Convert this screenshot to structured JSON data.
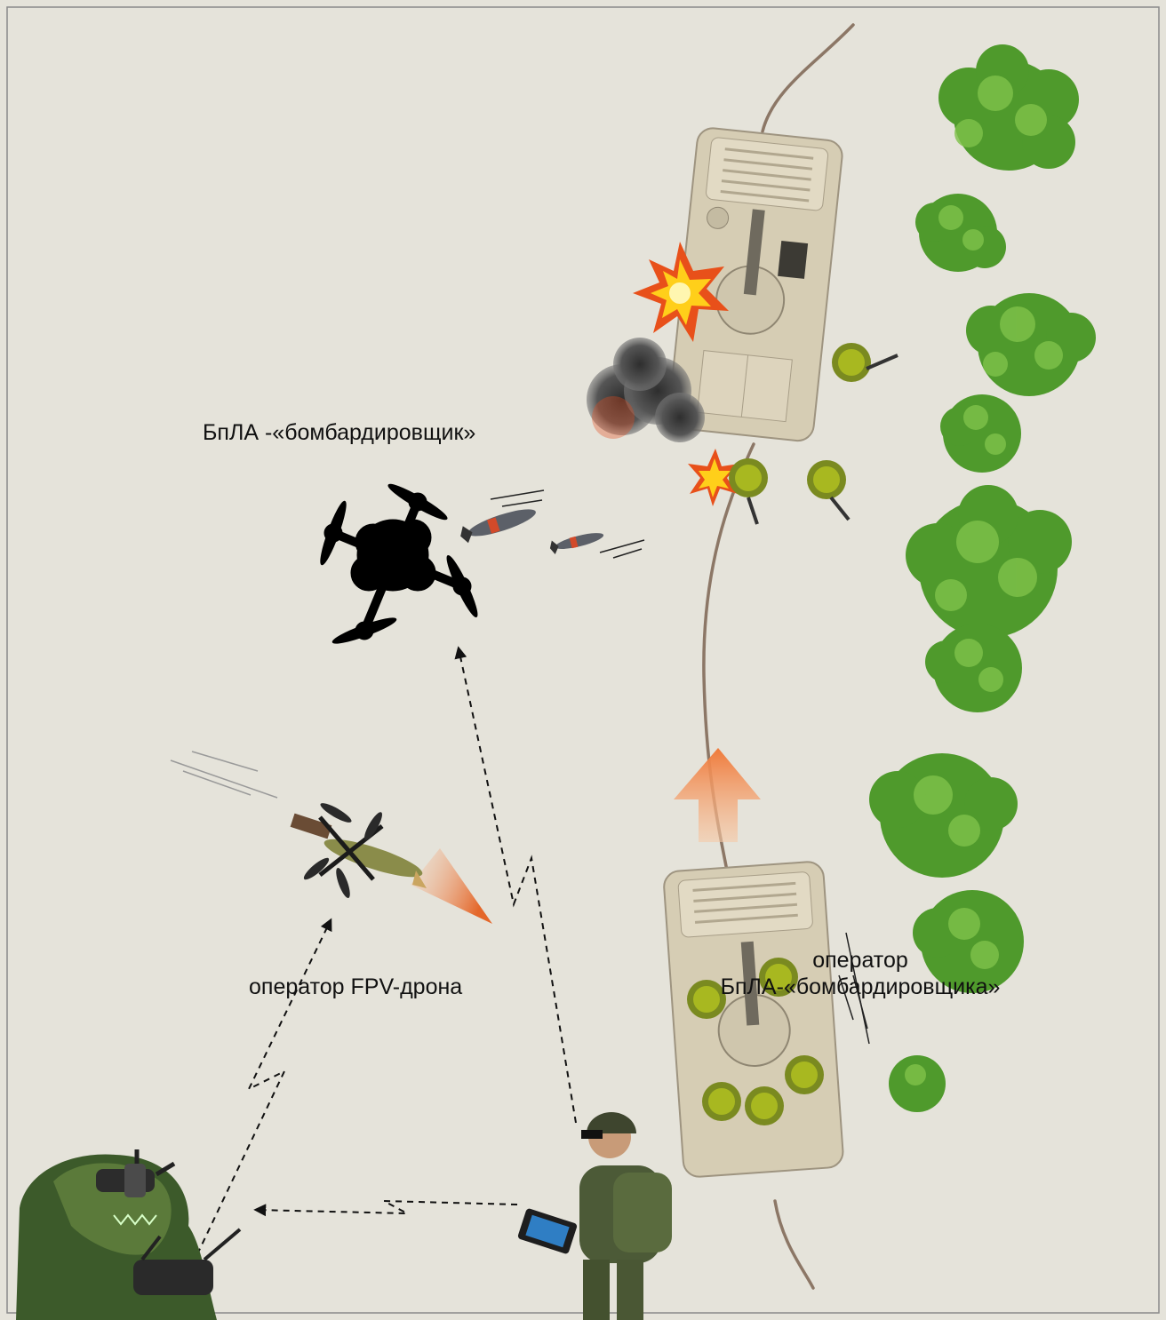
{
  "labels": {
    "bomber_drone": "БпЛА -«бомбардировщик»",
    "fpv_operator": "оператор FPV-дрона",
    "bomber_operator_line1": "оператор",
    "bomber_operator_line2": "БпЛА-«бомбардировщика»"
  },
  "colors": {
    "background": "#e5e3da",
    "frame": "#8a8a8a",
    "road": "#8c7766",
    "vehicle_hull": "#d6cdb4",
    "foliage": "#4f9a2c",
    "foliage_light": "#7fc24a",
    "helmet": "#a8b820",
    "explosion": "#ffcf1a",
    "blast": "#e8501a",
    "arrow": "#f08a4a",
    "link": "#111111"
  },
  "icons": {
    "bomber_drone": "quadcopter-icon",
    "fpv_drone": "fpv-drone-icon",
    "munition": "bomb-icon",
    "vehicle": "armored-vehicle-icon",
    "soldier": "soldier-icon",
    "tree": "tree-icon",
    "explosion": "explosion-icon"
  }
}
